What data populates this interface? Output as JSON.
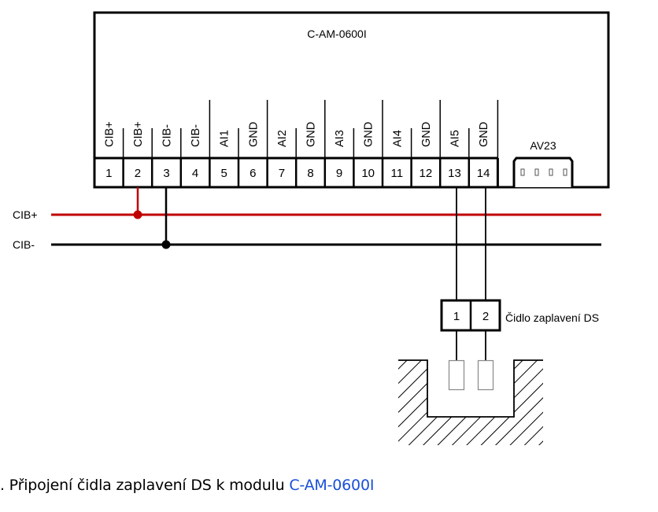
{
  "module": {
    "name": "C-AM-0600I",
    "terminals": [
      {
        "number": "1",
        "label": "CIB+"
      },
      {
        "number": "2",
        "label": "CIB+"
      },
      {
        "number": "3",
        "label": "CIB-"
      },
      {
        "number": "4",
        "label": "CIB-"
      },
      {
        "number": "5",
        "label": "AI1"
      },
      {
        "number": "6",
        "label": "GND"
      },
      {
        "number": "7",
        "label": "AI2"
      },
      {
        "number": "8",
        "label": "GND"
      },
      {
        "number": "9",
        "label": "AI3"
      },
      {
        "number": "10",
        "label": "GND"
      },
      {
        "number": "11",
        "label": "AI4"
      },
      {
        "number": "12",
        "label": "GND"
      },
      {
        "number": "13",
        "label": "AI5"
      },
      {
        "number": "14",
        "label": "GND"
      }
    ],
    "connector_label": "AV23",
    "connector_pins": 4
  },
  "bus": {
    "plus_label": "CIB+",
    "minus_label": "CIB-",
    "plus_color": "#c00000",
    "minus_color": "#000000",
    "plus_tap_terminal": "2",
    "minus_tap_terminal": "3"
  },
  "sensor": {
    "name": "Čidlo zaplavení DS",
    "terminals": [
      "1",
      "2"
    ],
    "connected_to_module_terminals": [
      "13",
      "14"
    ]
  },
  "caption": {
    "prefix": ". Připojení čidla zaplavení DS k modulu ",
    "link_text": "C-AM-0600I",
    "link_color": "#1a4fd8"
  }
}
